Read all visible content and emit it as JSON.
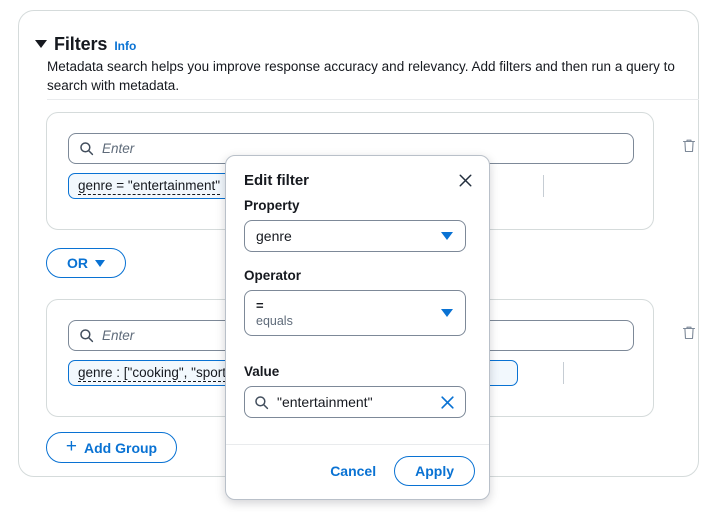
{
  "panel": {
    "header": {
      "collapse_icon": "caret-down-icon",
      "title": "Filters",
      "info_link": "Info",
      "description": "Metadata search helps you improve response accuracy and relevancy. Add filters and then run a query to search with metadata."
    },
    "groups": [
      {
        "search": {
          "icon": "search-icon",
          "placeholder": "Enter",
          "value": ""
        },
        "token": "genre = \"entertainment\"",
        "delete_icon": "trash-icon"
      },
      {
        "search": {
          "icon": "search-icon",
          "placeholder": "Enter",
          "value": ""
        },
        "token": "genre : [\"cooking\", \"sports\"]",
        "delete_icon": "trash-icon"
      }
    ],
    "operator_button": {
      "label": "OR",
      "icon": "caret-down-icon"
    },
    "add_group_button": {
      "plus": "+",
      "label": "Add Group"
    }
  },
  "modal": {
    "title": "Edit filter",
    "close_icon": "close-icon",
    "property": {
      "label": "Property",
      "value": "genre",
      "icon": "caret-down-icon"
    },
    "operator": {
      "label": "Operator",
      "symbol": "=",
      "word": "equals",
      "icon": "caret-down-icon"
    },
    "value": {
      "label": "Value",
      "icon": "search-icon",
      "text": "\"entertainment\"",
      "clear_icon": "close-icon"
    },
    "actions": {
      "cancel": "Cancel",
      "apply": "Apply"
    }
  },
  "colors": {
    "accent_blue": "#0972d3",
    "token_fill": "#f2f8fd",
    "text_dark": "#16191f",
    "text_muted": "#5f6b7a",
    "border_gray": "#7d8998",
    "divider": "#e9ebed"
  }
}
